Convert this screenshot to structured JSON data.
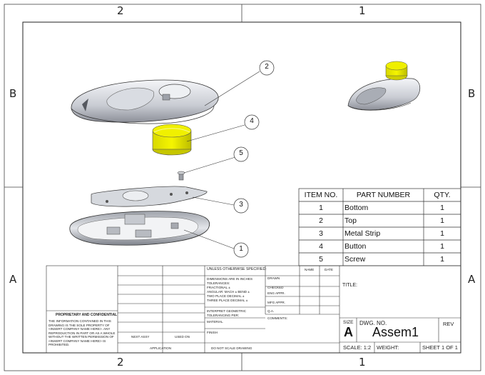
{
  "zones": {
    "top": [
      "2",
      "1"
    ],
    "bottom": [
      "2",
      "1"
    ],
    "left": [
      "B",
      "A"
    ],
    "right": [
      "B",
      "A"
    ]
  },
  "balloons": [
    "2",
    "4",
    "5",
    "3",
    "1"
  ],
  "bom": {
    "headers": [
      "ITEM NO.",
      "PART NUMBER",
      "QTY."
    ],
    "rows": [
      {
        "item": "1",
        "part": "Bottom",
        "qty": "1"
      },
      {
        "item": "2",
        "part": "Top",
        "qty": "1"
      },
      {
        "item": "3",
        "part": "Metal Strip",
        "qty": "1"
      },
      {
        "item": "4",
        "part": "Button",
        "qty": "1"
      },
      {
        "item": "5",
        "part": "Screw",
        "qty": "1"
      }
    ]
  },
  "title_block": {
    "unless": "UNLESS OTHERWISE SPECIFIED:",
    "name": "NAME",
    "date": "DATE",
    "dims_line1": "DIMENSIONS ARE IN INCHES",
    "dims_line2": "TOLERANCES:",
    "dims_line3": "FRACTIONAL ±",
    "dims_line4": "ANGULAR: MACH ±   BEND ±",
    "dims_line5": "TWO PLACE DECIMAL   ±",
    "dims_line6": "THREE PLACE DECIMAL  ±",
    "interpret1": "INTERPRET GEOMETRIC",
    "interpret2": "TOLERANCING PER:",
    "material": "MATERIAL",
    "finish": "FINISH",
    "drawn": "DRAWN",
    "checked": "CHECKED",
    "eng_appr": "ENG APPR.",
    "mfg_appr": "MFG APPR.",
    "qa": "Q.A.",
    "comments": "COMMENTS:",
    "title": "TITLE:",
    "size_label": "SIZE",
    "size": "A",
    "dwg_no_label": "DWG.  NO.",
    "dwg_no": "Assem1",
    "rev": "REV",
    "scale": "SCALE: 1:2",
    "weight": "WEIGHT:",
    "sheet": "SHEET 1 OF 1",
    "next_assy": "NEXT ASSY",
    "used_on": "USED ON",
    "application": "APPLICATION",
    "do_not_scale": "DO NOT SCALE DRAWING",
    "proprietary_title": "PROPRIETARY AND CONFIDENTIAL",
    "proprietary_lines": [
      "THE INFORMATION CONTAINED IN THIS",
      "DRAWING IS THE SOLE PROPERTY OF",
      "<INSERT COMPANY NAME HERE>.  ANY",
      "REPRODUCTION IN PART OR AS A WHOLE",
      "WITHOUT THE WRITTEN PERMISSION OF",
      "<INSERT COMPANY NAME HERE> IS",
      "PROHIBITED."
    ]
  },
  "colors": {
    "line": "#222222",
    "button_yellow": "#e6e600",
    "part_grey": "#c8ccd4"
  }
}
